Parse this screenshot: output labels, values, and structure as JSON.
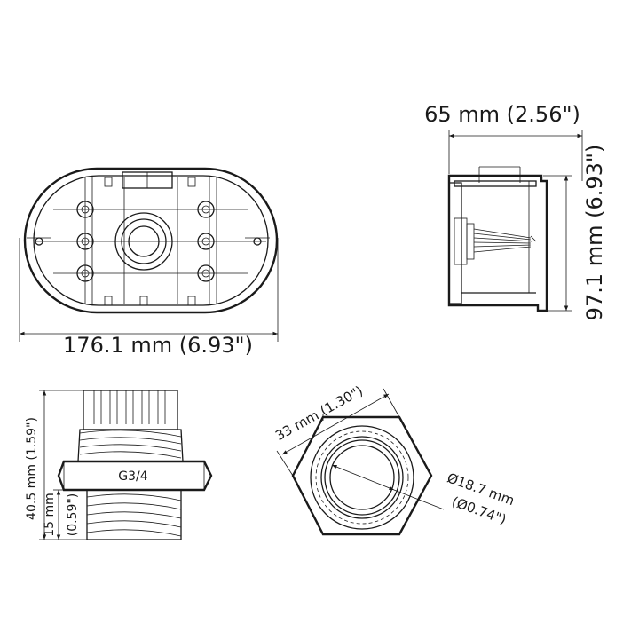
{
  "dimensions": {
    "box_width": "176.1 mm (6.93\")",
    "box_depth": "65 mm (2.56\")",
    "box_height": "97.1 mm (6.93\")",
    "gland_total_height": "40.5 mm (1.59\")",
    "gland_thread_height_mm": "15 mm",
    "gland_thread_height_in": "(0.59\")",
    "gland_hex_width": "33 mm (1.30\")",
    "gland_bore_mm": "Ø18.7 mm",
    "gland_bore_in": "(Ø0.74\")"
  },
  "labels": {
    "thread_size": "G3/4"
  }
}
